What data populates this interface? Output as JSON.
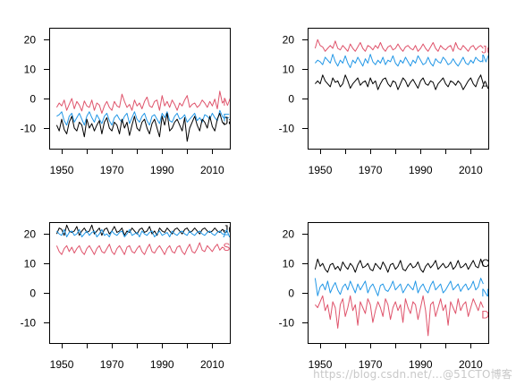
{
  "watermark": "https://blog.csdn.net/...@51CTO博客",
  "chart_data": [
    {
      "type": "line",
      "xlim": [
        1945,
        2017
      ],
      "ylim": [
        -17,
        24
      ],
      "xticks": [
        1950,
        1970,
        1990,
        2010
      ],
      "yticks": [
        -10,
        0,
        10,
        20
      ],
      "grid": false,
      "series": [
        {
          "name": "Mar",
          "color": "#DF536B",
          "start": 1948,
          "label_y": -1.2,
          "values": [
            -3,
            -1.5,
            -2.5,
            -0.5,
            -4,
            -2,
            0,
            -3.5,
            -1,
            -2.2,
            -4.2,
            -0.8,
            -2.5,
            -3,
            -0.5,
            -4,
            -1.5,
            -2.2,
            -5,
            -2.5,
            -1,
            -3,
            -4,
            -1,
            -2.5,
            -3,
            1.5,
            -1,
            -3,
            -2,
            -4,
            -0.5,
            -2.5,
            -1.5,
            -3.5,
            -1,
            0.5,
            -2.5,
            -3,
            -1,
            -0.5,
            -4,
            1,
            -2.5,
            -1,
            -3,
            -0.5,
            -2,
            -4,
            -1.5,
            -2.5,
            -0.5,
            1,
            -3,
            -2,
            -1.5,
            -3,
            -2.2,
            -0.5,
            -1.5,
            -3,
            -1,
            -2.5,
            -0.2,
            -3.5,
            2.5,
            -1.5,
            -0.5
          ]
        },
        {
          "name": "Feb",
          "color": "#2297E6",
          "start": 1948,
          "label_y": -6.5,
          "values": [
            -6,
            -5.5,
            -4.5,
            -7.5,
            -9,
            -6,
            -5,
            -8,
            -6.5,
            -5,
            -7,
            -9,
            -6,
            -4.5,
            -6.5,
            -8,
            -5.5,
            -7,
            -8.5,
            -6,
            -5,
            -7.5,
            -9,
            -6.5,
            -5.5,
            -7,
            -8,
            -6,
            -5,
            -8.5,
            -6.5,
            -4.5,
            -7,
            -8,
            -6,
            -5,
            -7.5,
            -9,
            -6,
            -5.5,
            -7,
            -8.5,
            -5,
            -6.5,
            -4.5,
            -7.5,
            -8,
            -6,
            -5,
            -7,
            -6.5,
            -5.5,
            -8,
            -7,
            -6,
            -5,
            -7.5,
            -6.5,
            -8,
            -5.5,
            -6,
            -7,
            -5,
            -6.5,
            -7.5,
            -4,
            -6,
            -7
          ]
        },
        {
          "name": "Jan",
          "color": "#000000",
          "start": 1948,
          "label_y": -7.6,
          "values": [
            -9,
            -11,
            -7,
            -10.5,
            -12,
            -8,
            -6,
            -10,
            -11,
            -8,
            -9,
            -13,
            -7,
            -10,
            -8.5,
            -11,
            -9,
            -7.5,
            -12,
            -8,
            -6.5,
            -10,
            -11,
            -8,
            -9,
            -12,
            -7,
            -10,
            -8,
            -12.5,
            -9,
            -6,
            -10,
            -11,
            -8,
            -7,
            -10,
            -12,
            -8.5,
            -7,
            -10,
            -13,
            -6,
            -9,
            -5,
            -11,
            -10,
            -8,
            -7,
            -9,
            -11,
            -6.5,
            -14.5,
            -10,
            -8,
            -6,
            -9,
            -11,
            -7,
            -8,
            -10,
            -6,
            -9.5,
            -11,
            -7,
            -5,
            -8,
            -9
          ]
        }
      ]
    },
    {
      "type": "line",
      "xlim": [
        1945,
        2017
      ],
      "ylim": [
        -17,
        24
      ],
      "xticks": [
        1950,
        1970,
        1990,
        2010
      ],
      "yticks": [
        -10,
        0,
        10,
        20
      ],
      "grid": false,
      "series": [
        {
          "name": "Jun",
          "color": "#DF536B",
          "start": 1948,
          "label_y": 16.5,
          "values": [
            17,
            20,
            18,
            17.5,
            16,
            17,
            18,
            17,
            19.5,
            17,
            16.5,
            18,
            17,
            16,
            18.5,
            17,
            16,
            17.5,
            19,
            17,
            16,
            18,
            17.5,
            16.5,
            18,
            17,
            19,
            17,
            16,
            17.5,
            18,
            16.5,
            17,
            18.5,
            17,
            16,
            17.5,
            18,
            17,
            16.5,
            18,
            16,
            17,
            18.5,
            17,
            16,
            17.5,
            19,
            17,
            16,
            18,
            17,
            16.5,
            17.5,
            18,
            16,
            19,
            17,
            16.5,
            18,
            17,
            16,
            17.5,
            18,
            16.5,
            17.5,
            18,
            17
          ]
        },
        {
          "name": "May",
          "color": "#2297E6",
          "start": 1948,
          "label_y": 13.5,
          "values": [
            12,
            13,
            12.5,
            11.5,
            14,
            13,
            12,
            15,
            12.5,
            11,
            13,
            12,
            14.5,
            12,
            10.5,
            13,
            12,
            14,
            12.5,
            11,
            13.5,
            12,
            15,
            12.5,
            11.5,
            13,
            12,
            14,
            11.5,
            13,
            12.5,
            14.5,
            12,
            11,
            13,
            12,
            14,
            12.5,
            11,
            13,
            12,
            14.5,
            13,
            11.5,
            12,
            14,
            12,
            11,
            13.5,
            12.5,
            12,
            14,
            13,
            11.5,
            12,
            13.5,
            12,
            11,
            12.5,
            14,
            12,
            11.5,
            13,
            12,
            14,
            13,
            12.5,
            13
          ]
        },
        {
          "name": "Apr",
          "color": "#000000",
          "start": 1948,
          "label_y": 4.5,
          "values": [
            5,
            6,
            5,
            8,
            6,
            5,
            4,
            7,
            5.5,
            6,
            4,
            5,
            8,
            6,
            3.5,
            5,
            6,
            7,
            4.5,
            5.5,
            6,
            4,
            7,
            5,
            6,
            3,
            5,
            6.5,
            7,
            5,
            4,
            6,
            5.5,
            3,
            5,
            7,
            6,
            4,
            5.5,
            6.5,
            5,
            3.5,
            6,
            7,
            5,
            4.5,
            6,
            5.5,
            3,
            5,
            6,
            7,
            5,
            4,
            6,
            5.5,
            4.5,
            6,
            5,
            3,
            4.5,
            6,
            7,
            5,
            4,
            6.5,
            8,
            5
          ]
        }
      ]
    },
    {
      "type": "line",
      "xlim": [
        1945,
        2017
      ],
      "ylim": [
        -17,
        24
      ],
      "xticks": [
        1950,
        1970,
        1990,
        2010
      ],
      "yticks": [
        -10,
        0,
        10,
        20
      ],
      "grid": false,
      "series": [
        {
          "name": "Jul",
          "color": "#000000",
          "start": 1948,
          "label_y": 21.5,
          "values": [
            20,
            22,
            21.5,
            19.5,
            23,
            21,
            20.5,
            21,
            22.5,
            19.5,
            21,
            22,
            20.5,
            21,
            23,
            20,
            21,
            22,
            19.5,
            21.5,
            22,
            20,
            21,
            22.5,
            20.5,
            21,
            22,
            19.5,
            21,
            20.5,
            22,
            21,
            20,
            21.5,
            22,
            20.5,
            21,
            22.5,
            20,
            21,
            19.5,
            22,
            21,
            20.5,
            22,
            21,
            20,
            21.5,
            22,
            21,
            20,
            21.5,
            22,
            20.5,
            21,
            22,
            21,
            20,
            21.5,
            22,
            21,
            20.5,
            21,
            22,
            21,
            20.5,
            21.5,
            21
          ]
        },
        {
          "name": "Aug",
          "color": "#2297E6",
          "start": 1948,
          "label_y": 20,
          "values": [
            21,
            20,
            19.5,
            21.5,
            19,
            20.5,
            21,
            19.5,
            20,
            21.5,
            19,
            20,
            21,
            19.5,
            20.5,
            21,
            19,
            20,
            21.5,
            19.5,
            20,
            19,
            21,
            20,
            19.5,
            20.5,
            21,
            19,
            20,
            21.5,
            19.5,
            20,
            20.5,
            19,
            21,
            20,
            19.5,
            20.5,
            21,
            19,
            20,
            21,
            19.5,
            20,
            20.5,
            19,
            21,
            20,
            19.5,
            20.5,
            21,
            20,
            19.5,
            21,
            20,
            19.5,
            20.5,
            21,
            20,
            19.5,
            20.5,
            21,
            20,
            19.5,
            20.5,
            21,
            20,
            20
          ]
        },
        {
          "name": "Sep",
          "color": "#DF536B",
          "start": 1948,
          "label_y": 15.5,
          "values": [
            16,
            14,
            13,
            15,
            16,
            14,
            15.5,
            13.5,
            15,
            16,
            14,
            13,
            15,
            16,
            14.5,
            13,
            15,
            16,
            14,
            13.5,
            15,
            16.5,
            14,
            13,
            15,
            16,
            14.5,
            13,
            15.5,
            16,
            14,
            13.5,
            15,
            16,
            14,
            13,
            15,
            16.5,
            14,
            13.5,
            15,
            16,
            14.5,
            13,
            15,
            16,
            14,
            13.5,
            15.5,
            16,
            14,
            13,
            15,
            16.5,
            14,
            13.5,
            15,
            17,
            14.5,
            14,
            16,
            15,
            14,
            15.5,
            16.5,
            14.5,
            15.5,
            15
          ]
        }
      ]
    },
    {
      "type": "line",
      "xlim": [
        1945,
        2017
      ],
      "ylim": [
        -17,
        24
      ],
      "xticks": [
        1950,
        1970,
        1990,
        2010
      ],
      "yticks": [
        -10,
        0,
        10,
        20
      ],
      "grid": false,
      "series": [
        {
          "name": "Oct",
          "color": "#000000",
          "start": 1948,
          "label_y": 10,
          "values": [
            8,
            11.5,
            9,
            10,
            8,
            7,
            9.5,
            10,
            8,
            9,
            7.5,
            10.5,
            9,
            8,
            10,
            9,
            7,
            9.5,
            11,
            8.5,
            9,
            10,
            8,
            7.5,
            10,
            9,
            8,
            10.5,
            9,
            7,
            9.5,
            10,
            8,
            9,
            11,
            8,
            7.5,
            9,
            10,
            8.5,
            9,
            10.5,
            8,
            7,
            9,
            10,
            8.5,
            9.5,
            11,
            8,
            9,
            10,
            8.5,
            9,
            10.5,
            8,
            9,
            11,
            8.5,
            9,
            10,
            8,
            9.5,
            11,
            9,
            8.5,
            11.5,
            9
          ]
        },
        {
          "name": "Nov",
          "color": "#2297E6",
          "start": 1948,
          "label_y": 0,
          "values": [
            5,
            -1,
            2,
            3,
            1,
            4,
            0,
            2,
            3.5,
            1,
            -0.5,
            2,
            3,
            1,
            4,
            2,
            0,
            3,
            1,
            2.5,
            4,
            0,
            2,
            3,
            1,
            -1,
            2.5,
            3,
            1,
            0.5,
            2,
            4,
            1,
            2,
            3,
            0,
            1.5,
            3,
            2,
            1,
            4,
            0,
            2,
            3,
            1,
            0,
            2.5,
            4,
            1,
            2,
            3,
            0,
            1,
            2.5,
            4,
            1,
            2,
            3,
            0.5,
            2,
            3,
            1,
            2,
            4,
            1,
            2,
            5,
            3
          ]
        },
        {
          "name": "Dec",
          "color": "#DF536B",
          "start": 1948,
          "label_y": -7.5,
          "values": [
            -4,
            -5,
            -3,
            -1,
            -6,
            -4,
            -9,
            -3,
            -5,
            -12,
            -4,
            -2,
            -8,
            -5,
            -1,
            -6,
            -4,
            -11,
            -3,
            -5,
            -7,
            -2,
            -4,
            -10,
            -6,
            -3,
            -5,
            -8,
            -2,
            -4,
            -9,
            -5,
            -3,
            -6,
            -4,
            -10,
            -2,
            -5,
            -7,
            -3,
            -4,
            -9,
            -5,
            -1,
            -6,
            -14.5,
            -4,
            -3,
            -8,
            -5,
            -2,
            -6,
            -4,
            -11,
            -3,
            -5,
            -7,
            -2,
            -6,
            -4,
            -3,
            -8,
            -5,
            -2,
            -4,
            -6,
            -3,
            -5
          ]
        }
      ]
    }
  ]
}
